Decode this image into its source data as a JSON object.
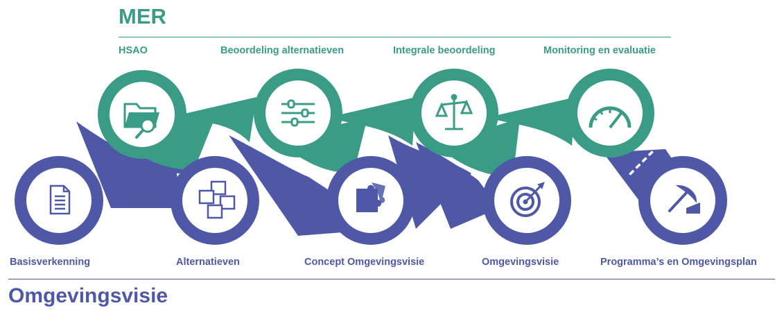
{
  "header": {
    "title": "MER"
  },
  "footer": {
    "title": "Omgevingsvisie"
  },
  "mer_steps": [
    {
      "label": "HSAO",
      "icon": "folder-search-icon"
    },
    {
      "label": "Beoordeling alternatieven",
      "icon": "sliders-icon"
    },
    {
      "label": "Integrale beoordeling",
      "icon": "scale-icon"
    },
    {
      "label": "Monitoring en evaluatie",
      "icon": "gauge-icon"
    }
  ],
  "omgevingsvisie_steps": [
    {
      "label": "Basisverkenning",
      "icon": "document-icon"
    },
    {
      "label": "Alternatieven",
      "icon": "sticky-notes-icon"
    },
    {
      "label": "Concept Omgevingsvisie",
      "icon": "puzzle-icon"
    },
    {
      "label": "Omgevingsvisie",
      "icon": "target-icon"
    },
    {
      "label": "Programma’s en Omgevingsplan",
      "icon": "pickaxe-icon"
    }
  ],
  "colors": {
    "green": "#3a9c86",
    "purple": "#4e58a6",
    "white": "#ffffff"
  }
}
